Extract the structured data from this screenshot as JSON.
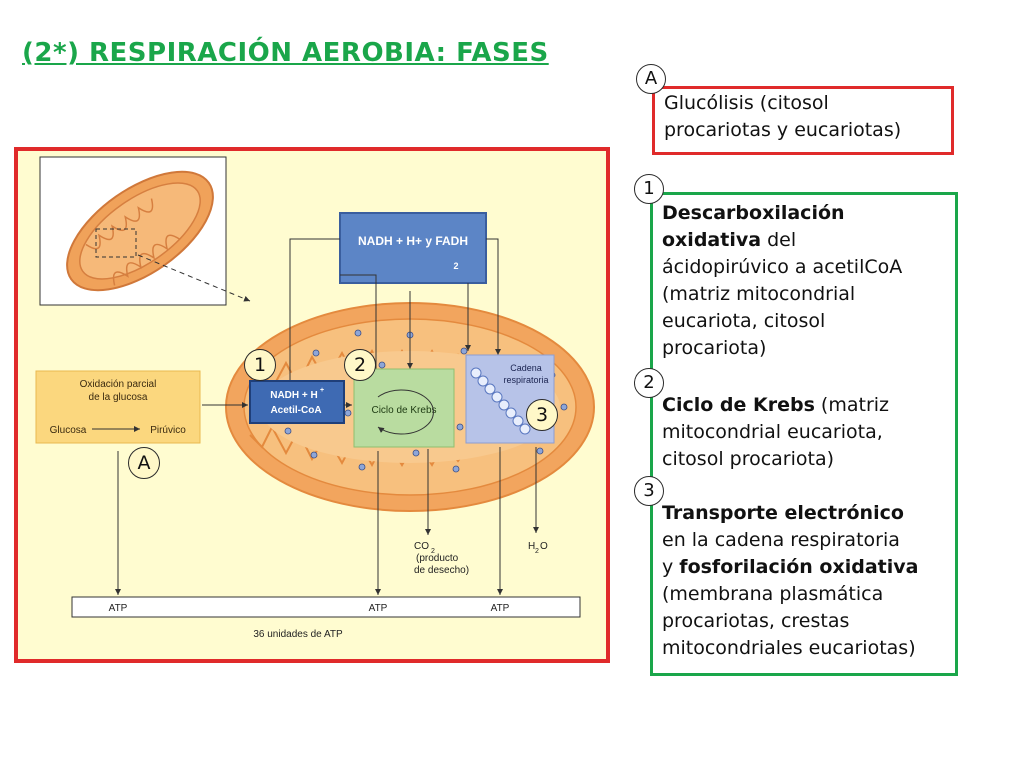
{
  "title": "(2*) RESPIRACIÓN AEROBIA: FASES",
  "diagram": {
    "nadh_fadh_box": "NADH + H+ y FADH",
    "nadh_fadh_sub": "2",
    "oxidacion_label_1": "Oxidación parcial",
    "oxidacion_label_2": "de la glucosa",
    "glucosa": "Glucosa",
    "piruvico": "Pirúvico",
    "nadh_acetil_1": "NADH + H",
    "nadh_acetil_sup": "+",
    "nadh_acetil_2": "Acetil-CoA",
    "ciclo_krebs": "Ciclo de Krebs",
    "cadena_1": "Cadena",
    "cadena_2": "respiratoria",
    "co2_1": "CO",
    "co2_sub": "2",
    "co2_2": "(producto",
    "co2_3": "de desecho)",
    "h2o_1": "H",
    "h2o_sub": "2",
    "h2o_2": "O",
    "atp_1": "ATP",
    "atp_2": "ATP",
    "atp_3": "ATP",
    "total": "36 unidades de ATP",
    "marker_1": "1",
    "marker_2": "2",
    "marker_3": "3",
    "marker_a": "A"
  },
  "right": {
    "marker_a": "A",
    "glucolisis": "Glucólisis (citosol procariotas y eucariotas)",
    "glucolisis_line1": "Glucólisis (citosol",
    "glucolisis_line2": "procariotas y eucariotas)",
    "marker_1": "1",
    "marker_2": "2",
    "marker_3": "3",
    "p1_bold1": "Descarboxilación",
    "p1_bold2": "oxidativa",
    "p1_rest1": " del",
    "p1_line3": "ácidopirúvico a acetilCoA",
    "p1_line4": "(matriz mitocondrial",
    "p1_line5": "eucariota, citosol",
    "p1_line6": "procariota)",
    "p2_bold": "Ciclo de Krebs",
    "p2_rest1": " (matriz",
    "p2_line2": "mitocondrial eucariota,",
    "p2_line3": "citosol procariota)",
    "p3_bold1": "Transporte electrónico",
    "p3_line2": "en la cadena respiratoria",
    "p3_pre3": "y ",
    "p3_bold3": "fosforilación oxidativa",
    "p3_line4": "(membrana plasmática",
    "p3_line5": "procariotas, crestas",
    "p3_line6": "mitocondriales eucariotas)"
  }
}
